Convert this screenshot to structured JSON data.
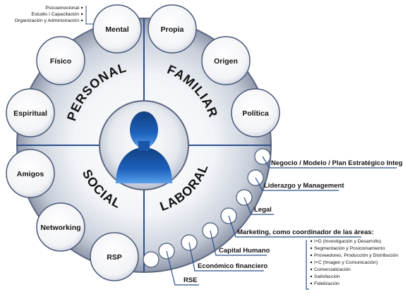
{
  "quadrants": {
    "personal": "PERSONAL",
    "familiar": "FAMILIAR",
    "social": "SOCIAL",
    "laboral": "LABORAL"
  },
  "nodes": {
    "mental": "Mental",
    "propia": "Propia",
    "origen": "Origen",
    "politica": "Política",
    "fisico": "Físico",
    "espiritual": "Espiritual",
    "amigos": "Amigos",
    "networking": "Networking",
    "rsp": "RSP"
  },
  "mental_subitems": [
    "Psicoemocional",
    "Estudio / Capacitación",
    "Organización y Administración"
  ],
  "laboral_items": {
    "negocio": "Negocio / Modelo / Plan Estratégico Integral",
    "liderazgo": "Liderazgo y Management",
    "legal": "Legal",
    "marketing": "Marketing, como coordinador de las áreas:",
    "capital": "Capital Humano",
    "economico": "Económico financiero",
    "rse": "RSE"
  },
  "marketing_areas": [
    "I+D (Investigación y Desarrollo)",
    "Segmentación y Posicionamiento",
    "Proveedores, Producción y Distribución",
    "I+C (Imagen y Comunicación)",
    "Comercialización",
    "Satisfacción",
    "Fidelización"
  ],
  "colors": {
    "person": "#1a5fb4",
    "line": "#2b4f8c",
    "outline": "#4a5a78"
  }
}
